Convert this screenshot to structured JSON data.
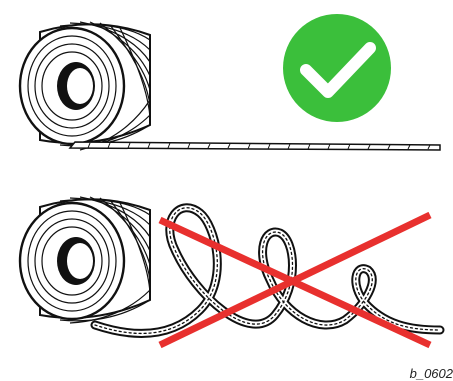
{
  "figure_id": "b_0602",
  "top": {
    "status": "correct",
    "status_icon": "check-icon",
    "accent": "#3bbf3b"
  },
  "bottom": {
    "status": "incorrect",
    "status_icon": "cross-icon",
    "accent": "#e8302e"
  }
}
